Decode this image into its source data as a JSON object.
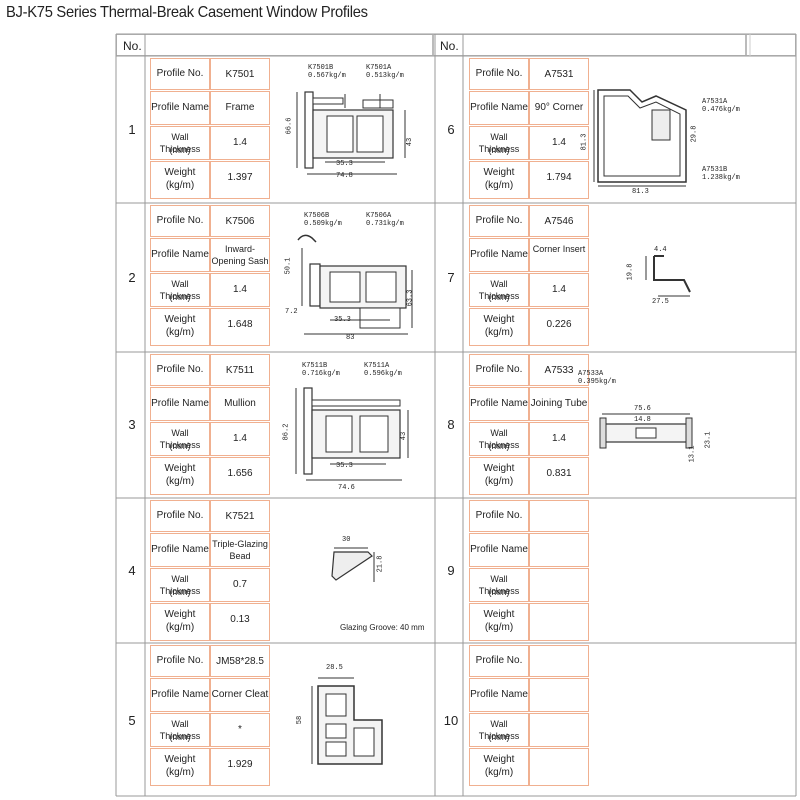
{
  "title": "BJ-K75 Series Thermal-Break Casement Window Profiles",
  "header": {
    "left_no": "No.",
    "right_no": "No."
  },
  "labels": {
    "profile_no": "Profile No.",
    "profile_name": "Profile Name",
    "wall_thickness_1": "Wall Thickness",
    "wall_thickness_2": "(mm)",
    "weight_1": "Weight",
    "weight_2": "(kg/m)"
  },
  "left_rows": [
    {
      "n": "1",
      "profile_no": "K7501",
      "name": "Frame",
      "thickness": "1.4",
      "weight": "1.397",
      "notes": [
        "K7501B",
        "0.567kg/m",
        "K7501A",
        "0.513kg/m"
      ],
      "dims": [
        "66.6",
        "35.3",
        "74.8",
        "43"
      ]
    },
    {
      "n": "2",
      "profile_no": "K7506",
      "name": "Inward-Opening Sash",
      "thickness": "1.4",
      "weight": "1.648",
      "notes": [
        "K7506B",
        "0.509kg/m",
        "K7506A",
        "0.731kg/m"
      ],
      "dims": [
        "50.1",
        "7.2",
        "35.3",
        "83",
        "63.3"
      ]
    },
    {
      "n": "3",
      "profile_no": "K7511",
      "name": "Mullion",
      "thickness": "1.4",
      "weight": "1.656",
      "notes": [
        "K7511B",
        "0.716kg/m",
        "K7511A",
        "0.596kg/m"
      ],
      "dims": [
        "86.2",
        "35.3",
        "74.6",
        "43"
      ]
    },
    {
      "n": "4",
      "profile_no": "K7521",
      "name": "Triple-Glazing Bead",
      "thickness": "0.7",
      "weight": "0.13",
      "notes": [
        "Glazing Groove: 40 mm"
      ],
      "dims": [
        "30",
        "21.8"
      ]
    },
    {
      "n": "5",
      "profile_no": "JM58*28.5",
      "name": "Corner Cleat",
      "thickness": "*",
      "weight": "1.929",
      "notes": [],
      "dims": [
        "28.5",
        "58"
      ]
    }
  ],
  "right_rows": [
    {
      "n": "6",
      "profile_no": "A7531",
      "name": "90° Corner",
      "thickness": "1.4",
      "weight": "1.794",
      "notes": [
        "A7531A",
        "0.476kg/m",
        "A7531B",
        "1.238kg/m"
      ],
      "dims": [
        "81.3",
        "81.3",
        "29.8"
      ]
    },
    {
      "n": "7",
      "profile_no": "A7546",
      "name": "Corner Insert",
      "thickness": "1.4",
      "weight": "0.226",
      "notes": [],
      "dims": [
        "4.4",
        "19.8",
        "27.5"
      ]
    },
    {
      "n": "8",
      "profile_no": "A7533",
      "name": "Joining Tube",
      "thickness": "1.4",
      "weight": "0.831",
      "notes": [
        "A7533A",
        "0.395kg/m"
      ],
      "dims": [
        "75.6",
        "14.8",
        "23.1",
        "13.1"
      ]
    },
    {
      "n": "9",
      "profile_no": "",
      "name": "",
      "thickness": "",
      "weight": "",
      "notes": [],
      "dims": []
    },
    {
      "n": "10",
      "profile_no": "",
      "name": "",
      "thickness": "",
      "weight": "",
      "notes": [],
      "dims": []
    }
  ]
}
